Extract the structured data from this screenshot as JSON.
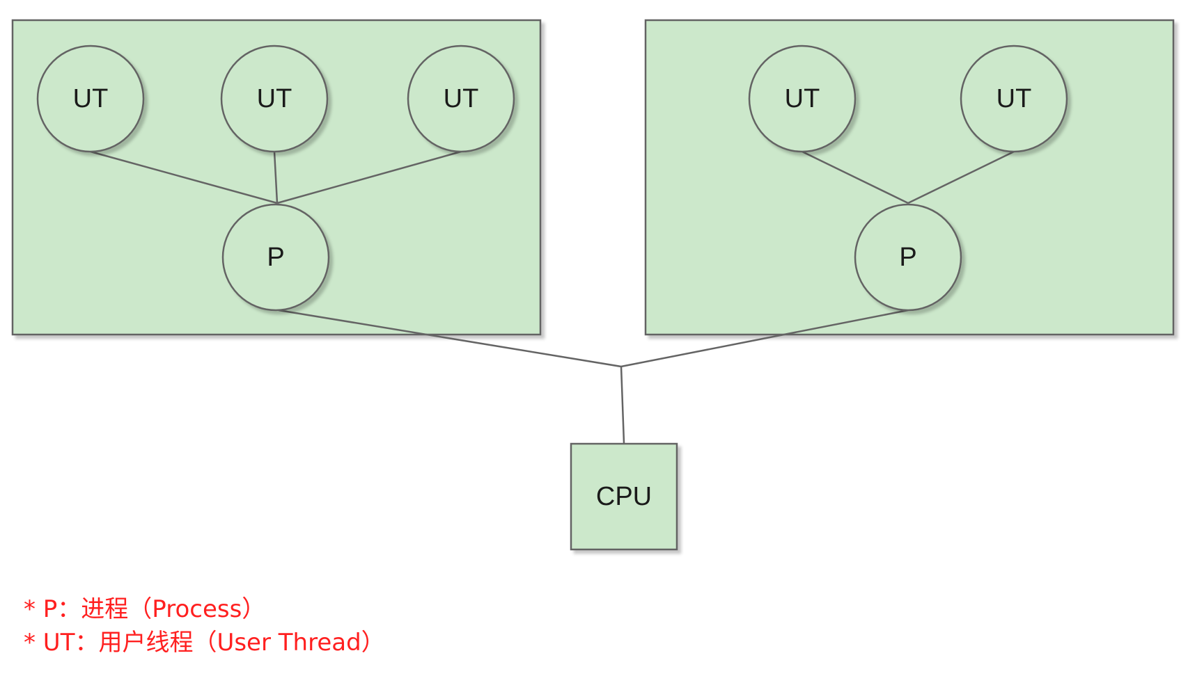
{
  "colors": {
    "container_fill": "#cce8cb",
    "stroke": "#646464",
    "legend_text": "#ff1f1f"
  },
  "diagram": {
    "processes": [
      {
        "label": "P",
        "threads": [
          {
            "label": "UT"
          },
          {
            "label": "UT"
          },
          {
            "label": "UT"
          }
        ]
      },
      {
        "label": "P",
        "threads": [
          {
            "label": "UT"
          },
          {
            "label": "UT"
          }
        ]
      }
    ],
    "cpu": {
      "label": "CPU"
    }
  },
  "legend": {
    "lines": [
      "* P：进程（Process）",
      "* UT：用户线程（User Thread）"
    ]
  }
}
